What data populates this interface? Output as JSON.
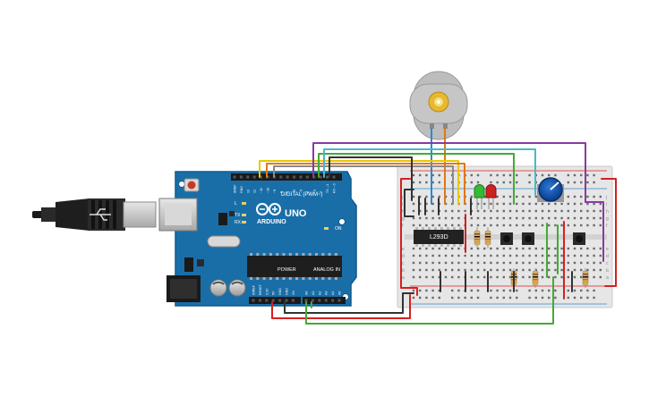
{
  "arduino": {
    "brand": "ARDUINO",
    "model": "UNO",
    "digital_label": "DIGITAL (PWM~)",
    "analog_label": "ANALOG IN",
    "power_label": "POWER",
    "on_label": "ON",
    "l_label": "L",
    "tx_label": "TX",
    "rx_label": "RX",
    "board_color": "#1a6ea8",
    "digital_pins": [
      "AREF",
      "GND",
      "13",
      "12",
      "~11",
      "~10",
      "~9",
      "8",
      "7",
      "~6",
      "~5",
      "4",
      "~3",
      "2",
      "TX→1",
      "RX←0"
    ],
    "power_pins": [
      "IOREF",
      "RESET",
      "3.3V",
      "5V",
      "GND",
      "GND",
      "Vin"
    ],
    "analog_pins": [
      "A0",
      "A1",
      "A2",
      "A3",
      "A4",
      "A5"
    ]
  },
  "breadboard": {
    "ic_label": "L293D",
    "row_letters_top": [
      "j",
      "i",
      "h",
      "g",
      "f"
    ],
    "row_letters_bottom": [
      "e",
      "d",
      "c",
      "b",
      "a"
    ]
  },
  "colors": {
    "wire_red": "#d42020",
    "wire_black": "#333333",
    "wire_yellow": "#e8c800",
    "wire_orange": "#e07818",
    "wire_green": "#44aa33",
    "wire_blue": "#2a8ad0",
    "wire_purple": "#8a3aa0",
    "wire_cyan": "#4ab8c8",
    "wire_gray": "#8a8a8a",
    "led_green": "#33bb33",
    "led_red": "#cc2222"
  }
}
